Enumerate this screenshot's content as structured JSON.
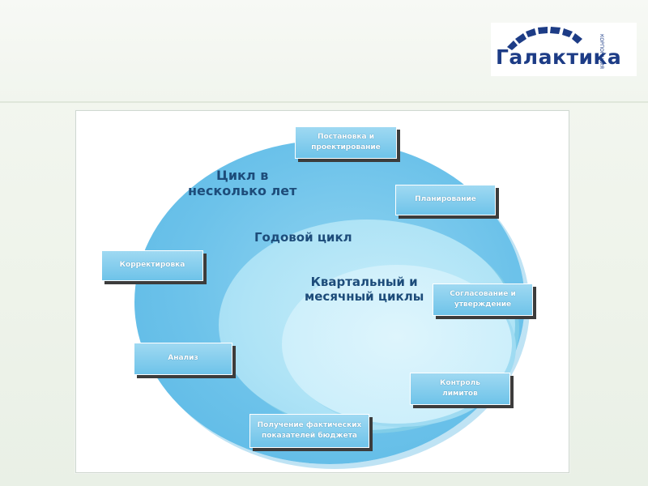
{
  "logo": {
    "name": "Галактика",
    "subtitle": "КОРПОРАЦИЯ",
    "color": "#1d3c86"
  },
  "diagram": {
    "cycles": {
      "outer": "Цикл в\nнесколько лет",
      "middle": "Годовой цикл",
      "inner": "Квартальный и\nмесячный циклы"
    },
    "steps": {
      "setup": "Постановка и\nпроектирование",
      "planning": "Планирование",
      "correction": "Корректировка",
      "agreement": "Согласование и\nутверждение",
      "analysis": "Анализ",
      "limits": "Контроль\nлимитов",
      "actuals": "Получение фактических\nпоказателей бюджета"
    },
    "colors": {
      "outer_ellipse": "#6cc2ea",
      "middle_ellipse": "#aee3f6",
      "inner_ellipse": "#cdeffb",
      "box": "#6ec3e9",
      "label_text": "#1d4c7a"
    }
  }
}
